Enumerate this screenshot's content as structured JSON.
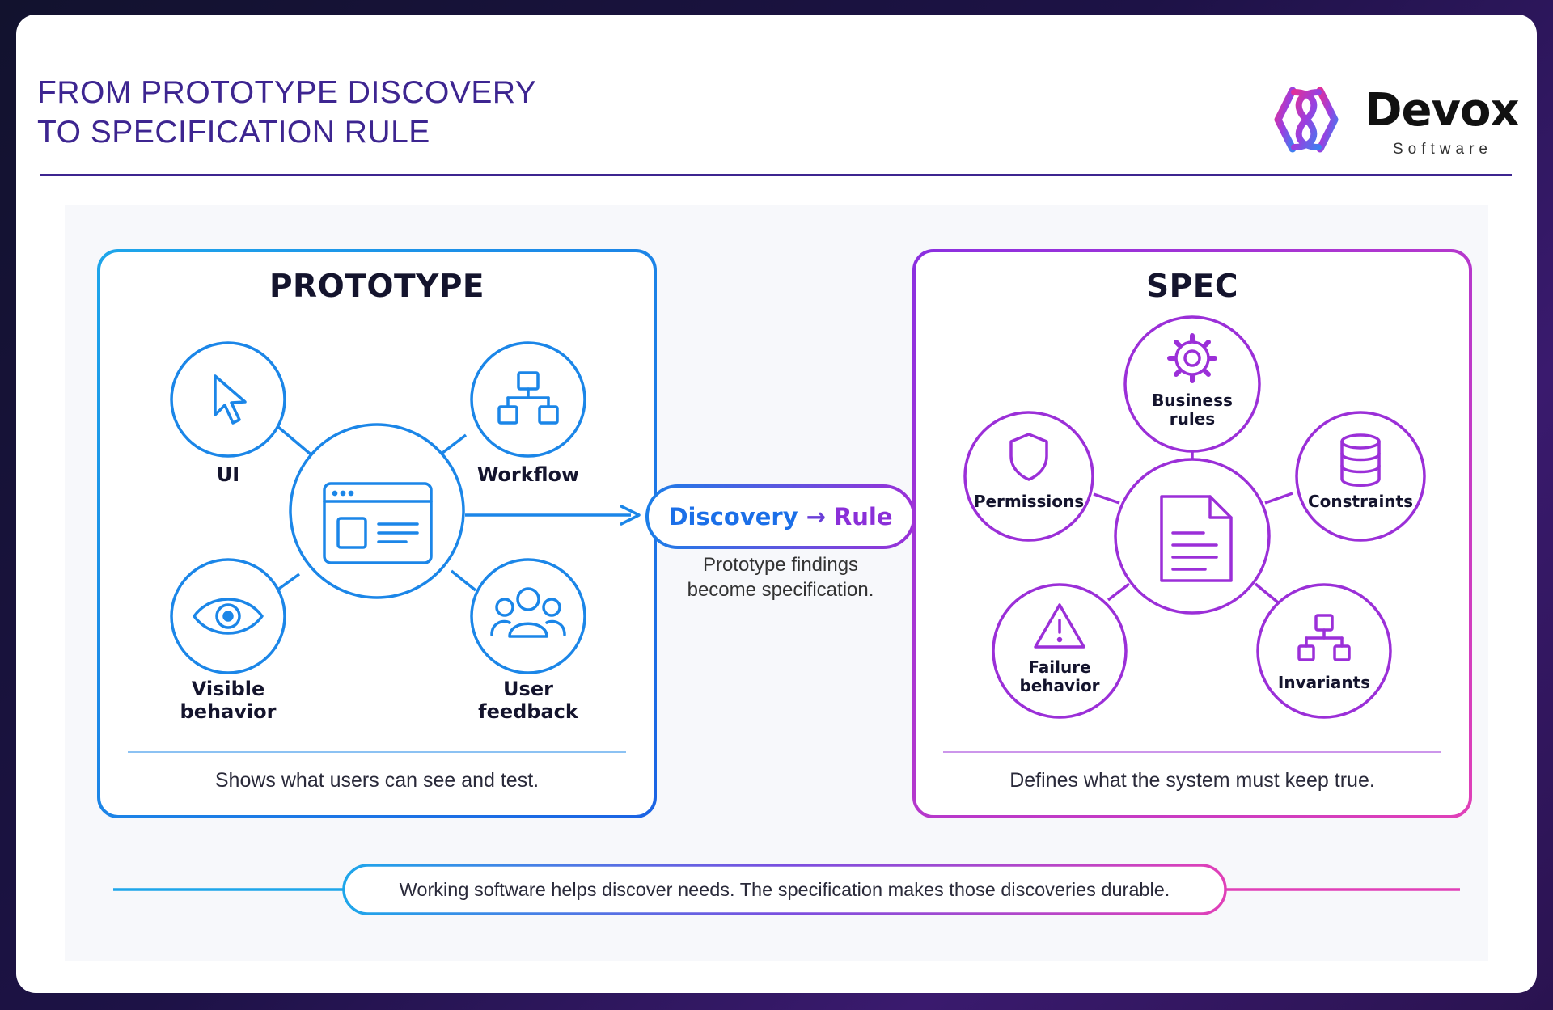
{
  "header": {
    "title": "FROM PROTOTYPE DISCOVERY\nTO SPECIFICATION RULE"
  },
  "logo": {
    "name": "Devox",
    "subtitle": "Software"
  },
  "prototype": {
    "title": "PROTOTYPE",
    "nodes": {
      "ui": "UI",
      "workflow": "Workflow",
      "visible_behavior": "Visible\nbehavior",
      "user_feedback": "User\nfeedback"
    },
    "caption": "Shows what users can see and test."
  },
  "bridge": {
    "discovery": "Discovery",
    "arrow": "→",
    "rule": "Rule",
    "note": "Prototype findings\nbecome specification."
  },
  "spec": {
    "title": "SPEC",
    "nodes": {
      "business_rules": "Business\nrules",
      "permissions": "Permissions",
      "constraints": "Constraints",
      "failure_behavior": "Failure\nbehavior",
      "invariants": "Invariants"
    },
    "caption": "Defines what the system must keep true."
  },
  "footer": {
    "text": "Working software helps discover needs. The specification makes those discoveries durable."
  },
  "colors": {
    "title": "#3d2590",
    "prototype_accent": "#1b86e8",
    "spec_accent": "#9b2fd8",
    "spec_pink": "#e040b8"
  },
  "icons": {
    "ui": "cursor-icon",
    "workflow": "hierarchy-icon",
    "visible_behavior": "eye-icon",
    "user_feedback": "users-icon",
    "prototype_center": "browser-window-icon",
    "business_rules": "gear-icon",
    "permissions": "shield-icon",
    "constraints": "database-icon",
    "failure_behavior": "warning-icon",
    "invariants": "hierarchy-icon",
    "spec_center": "document-icon"
  }
}
